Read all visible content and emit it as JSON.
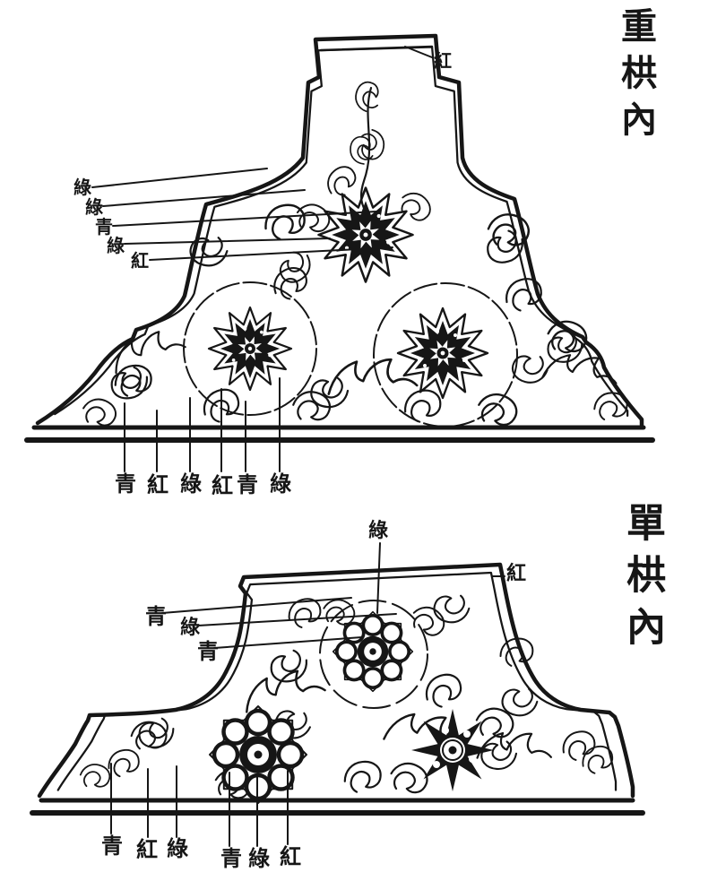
{
  "page": {
    "paper_color": "#ffffff",
    "ink_color": "#161616"
  },
  "upper_diagram": {
    "caption": "重栱內",
    "top_right_label": "紅",
    "left_labels": [
      "綠",
      "綠",
      "青",
      "綠",
      "紅"
    ],
    "bottom_labels": [
      "青",
      "紅",
      "綠",
      "紅",
      "青",
      "綠"
    ]
  },
  "lower_diagram": {
    "caption": "單栱內",
    "top_label": "綠",
    "right_label": "紅",
    "left_labels": [
      "青",
      "綠",
      "青"
    ],
    "bottom_labels_left": [
      "青",
      "紅",
      "綠"
    ],
    "bottom_labels_right": [
      "青",
      "綠",
      "紅"
    ]
  }
}
